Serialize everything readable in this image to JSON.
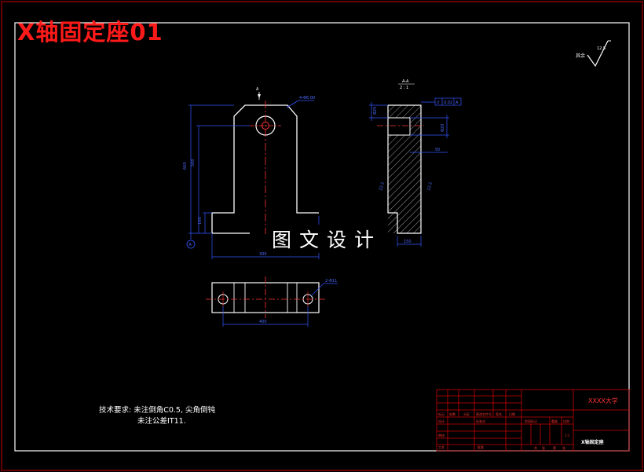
{
  "drawing": {
    "title": "X轴固定座01",
    "watermark": "图文设计",
    "technical_requirements": {
      "line1": "技术要求: 未注倒角C0.5, 尖角倒钝",
      "line2": "未注公差IT11."
    },
    "surface_roughness": {
      "label": "其余",
      "value": "12.5"
    },
    "front_view": {
      "section_marker": "A",
      "hole_callout": "4-Φ6.00",
      "dim_overall_height": "600",
      "dim_upright_height": "500",
      "dim_base_height": "100",
      "dim_width": "300",
      "datum": "A"
    },
    "section_view": {
      "label": "A-A",
      "scale": "2 : 1",
      "dim_top": "Φ25",
      "dim_bore": "Φ20",
      "dim_depth": "50",
      "dim_slope1": "22.2",
      "dim_slope2": "12.2",
      "dim_thickness": "150",
      "geometric_tolerance": {
        "symbol": "//",
        "value": "0.02",
        "datum": "A"
      }
    },
    "bottom_view": {
      "hole_callout": "2-Φ11",
      "dim_hole_spacing": "400"
    },
    "title_block": {
      "university": "XXXX大学",
      "part_name": "X轴固定座",
      "col_headers": [
        "标记",
        "处数",
        "分区",
        "更改文件号",
        "签名",
        "日期"
      ],
      "row_labels": [
        "设计",
        "审核",
        "工艺"
      ],
      "col2": [
        "标准化",
        "批准"
      ],
      "stage_headers": [
        "阶段标记",
        "重量",
        "比例"
      ],
      "scale_value": "1:1",
      "sheet": [
        "共",
        "张",
        "第",
        "张"
      ]
    }
  },
  "colors": {
    "background": "#000000",
    "frame": "#ffffff",
    "outline": "#ff0000",
    "part": "#ffffff",
    "dimension": "#3355ff",
    "centerline": "#ff3333",
    "text_title": "#ff1a1a"
  }
}
